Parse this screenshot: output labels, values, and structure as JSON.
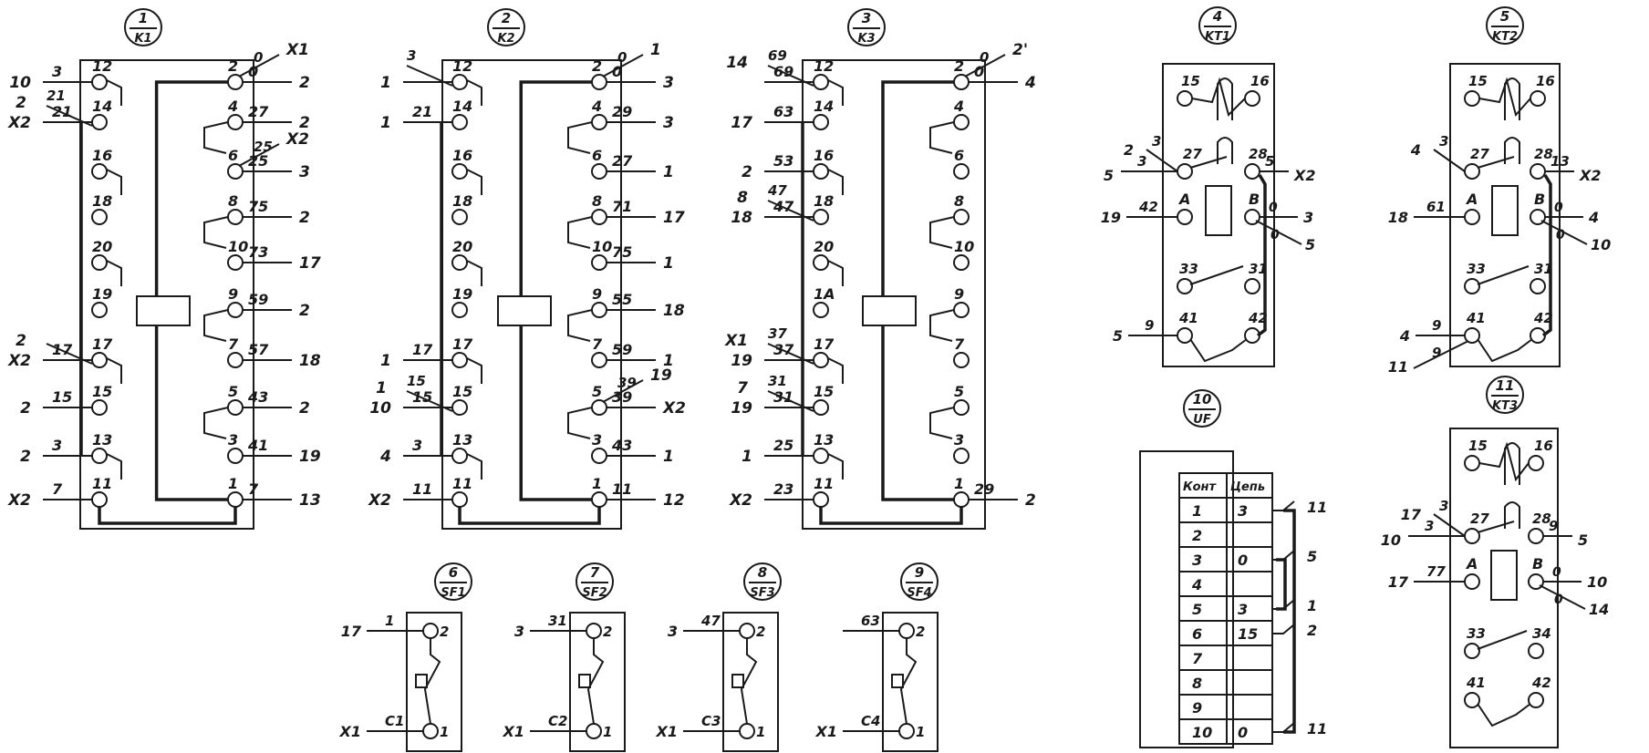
{
  "colors": {
    "ink": "#1a1a1a",
    "paper": "#ffffff"
  },
  "headers": [
    {
      "num": "1",
      "name": "K1"
    },
    {
      "num": "2",
      "name": "K2"
    },
    {
      "num": "3",
      "name": "K3"
    },
    {
      "num": "4",
      "name": "KT1"
    },
    {
      "num": "5",
      "name": "KT2"
    },
    {
      "num": "6",
      "name": "SF1"
    },
    {
      "num": "7",
      "name": "SF2"
    },
    {
      "num": "8",
      "name": "SF3"
    },
    {
      "num": "9",
      "name": "SF4"
    },
    {
      "num": "10",
      "name": "UF"
    },
    {
      "num": "11",
      "name": "KT3"
    }
  ],
  "relays": [
    {
      "left": [
        {
          "t": "12",
          "w": "3",
          "o": "10"
        },
        {
          "t": "14",
          "w": "21",
          "o": "X2",
          "w2": "21",
          "o2": "2"
        },
        {
          "t": "16",
          "w": "",
          "o": ""
        },
        {
          "t": "18",
          "w": "",
          "o": ""
        },
        {
          "t": "20",
          "w": "",
          "o": ""
        },
        {
          "t": "19",
          "w": "",
          "o": ""
        },
        {
          "t": "17",
          "w": "17",
          "o": "X2",
          "w2": "",
          "o2": "2"
        },
        {
          "t": "15",
          "w": "15",
          "o": "2"
        },
        {
          "t": "13",
          "w": "3",
          "o": "2"
        },
        {
          "t": "11",
          "w": "7",
          "o": "X2"
        }
      ],
      "right": [
        {
          "t": "2",
          "w": "0",
          "o": "2",
          "w2": "0",
          "o2": "X1"
        },
        {
          "t": "4",
          "w": "27",
          "o": "2"
        },
        {
          "t": "6",
          "w": "25",
          "o": "3",
          "w2": "25",
          "o2": "X2"
        },
        {
          "t": "8",
          "w": "75",
          "o": "2"
        },
        {
          "t": "10",
          "w": "73",
          "o": "17"
        },
        {
          "t": "9",
          "w": "59",
          "o": "2"
        },
        {
          "t": "7",
          "w": "57",
          "o": "18"
        },
        {
          "t": "5",
          "w": "43",
          "o": "2"
        },
        {
          "t": "3",
          "w": "41",
          "o": "19"
        },
        {
          "t": "1",
          "w": "7",
          "o": "13"
        }
      ]
    },
    {
      "left": [
        {
          "t": "12",
          "w": "",
          "o": "1",
          "w2": "3",
          "o2": ""
        },
        {
          "t": "14",
          "w": "21",
          "o": "1"
        },
        {
          "t": "16",
          "w": "",
          "o": ""
        },
        {
          "t": "18",
          "w": "",
          "o": ""
        },
        {
          "t": "20",
          "w": "",
          "o": ""
        },
        {
          "t": "19",
          "w": "",
          "o": ""
        },
        {
          "t": "17",
          "w": "17",
          "o": "1"
        },
        {
          "t": "15",
          "w": "15",
          "o": "10",
          "w2": "15",
          "o2": "1"
        },
        {
          "t": "13",
          "w": "3",
          "o": "4"
        },
        {
          "t": "11",
          "w": "11",
          "o": "X2"
        }
      ],
      "right": [
        {
          "t": "2",
          "w": "0",
          "o": "3",
          "w2": "0",
          "o2": "1"
        },
        {
          "t": "4",
          "w": "29",
          "o": "3"
        },
        {
          "t": "6",
          "w": "27",
          "o": "1"
        },
        {
          "t": "8",
          "w": "71",
          "o": "17"
        },
        {
          "t": "10",
          "w": "75",
          "o": "1"
        },
        {
          "t": "9",
          "w": "55",
          "o": "18"
        },
        {
          "t": "7",
          "w": "59",
          "o": "1"
        },
        {
          "t": "5",
          "w": "39",
          "o": "X2",
          "w2": "39",
          "o2": "19"
        },
        {
          "t": "3",
          "w": "43",
          "o": "1"
        },
        {
          "t": "1",
          "w": "11",
          "o": "12"
        }
      ]
    },
    {
      "left": [
        {
          "t": "12",
          "w": "69",
          "o": "",
          "w2": "69",
          "o2": "14"
        },
        {
          "t": "14",
          "w": "63",
          "o": "17"
        },
        {
          "t": "16",
          "w": "53",
          "o": "2"
        },
        {
          "t": "18",
          "w": "47",
          "o": "18",
          "w2": "47",
          "o2": "8"
        },
        {
          "t": "20",
          "w": "",
          "o": ""
        },
        {
          "t": "1A",
          "w": "",
          "o": ""
        },
        {
          "t": "17",
          "w": "37",
          "o": "19",
          "w2": "37",
          "o2": "X1"
        },
        {
          "t": "15",
          "w": "31",
          "o": "19",
          "w2": "31",
          "o2": "7"
        },
        {
          "t": "13",
          "w": "25",
          "o": "1"
        },
        {
          "t": "11",
          "w": "23",
          "o": "X2"
        }
      ],
      "right": [
        {
          "t": "2",
          "w": "0",
          "o": "4",
          "w2": "0",
          "o2": "2'"
        },
        {
          "t": "4",
          "w": "",
          "o": ""
        },
        {
          "t": "6",
          "w": "",
          "o": ""
        },
        {
          "t": "8",
          "w": "",
          "o": ""
        },
        {
          "t": "10",
          "w": "",
          "o": ""
        },
        {
          "t": "9",
          "w": "",
          "o": ""
        },
        {
          "t": "7",
          "w": "",
          "o": ""
        },
        {
          "t": "5",
          "w": "",
          "o": ""
        },
        {
          "t": "3",
          "w": "",
          "o": ""
        },
        {
          "t": "1",
          "w": "29",
          "o": "2"
        }
      ]
    }
  ],
  "timers": [
    {
      "t15": "15",
      "t16": "16",
      "t27": "27",
      "t28": "28",
      "tA": "A",
      "tB": "B",
      "t33": "33",
      "t31": "31",
      "t41": "41",
      "t42": "42",
      "w27a": "3",
      "o27a": "2",
      "w27b": "3",
      "o27b": "5",
      "w28": "5",
      "o28": "X2",
      "wA": "42",
      "oA": "19",
      "wB1": "0",
      "oB1": "3",
      "wB2": "0",
      "oB2": "5",
      "w41a": "9",
      "o41a": "5",
      "w41b": "",
      "o41b": ""
    },
    {
      "t15": "15",
      "t16": "16",
      "t27": "27",
      "t28": "28",
      "tA": "A",
      "tB": "B",
      "t33": "33",
      "t31": "31",
      "t41": "41",
      "t42": "42",
      "w27a": "3",
      "o27a": "4",
      "w27b": "",
      "o27b": "",
      "w28": "13",
      "o28": "X2",
      "wA": "61",
      "oA": "18",
      "wB1": "0",
      "oB1": "4",
      "wB2": "0",
      "oB2": "10",
      "w41a": "9",
      "o41a": "4",
      "w41b": "9",
      "o41b": "11"
    },
    {
      "t15": "15",
      "t16": "16",
      "t27": "27",
      "t28": "28",
      "tA": "A",
      "tB": "B",
      "t33": "33",
      "t31": "34",
      "t41": "41",
      "t42": "42",
      "w27a": "3",
      "o27a": "17",
      "w27b": "3",
      "o27b": "10",
      "w28": "9",
      "o28": "5",
      "wA": "77",
      "oA": "17",
      "wB1": "0",
      "oB1": "10",
      "wB2": "0",
      "oB2": "14",
      "w41a": "",
      "o41a": "",
      "w41b": "",
      "o41b": ""
    }
  ],
  "switches": [
    {
      "t2": "2",
      "t1": "1",
      "w2": "1",
      "o2": "17",
      "w1": "C1",
      "o1": "X1"
    },
    {
      "t2": "2",
      "t1": "1",
      "w2": "31",
      "o2": "3",
      "w1": "C2",
      "o1": "X1"
    },
    {
      "t2": "2",
      "t1": "1",
      "w2": "47",
      "o2": "3",
      "w1": "C3",
      "o1": "X1"
    },
    {
      "t2": "2",
      "t1": "1",
      "w2": "63",
      "o2": "",
      "w1": "C4",
      "o1": "X1"
    }
  ],
  "connector_table": {
    "headers": [
      "Конт",
      "Цепь"
    ],
    "rows": [
      {
        "k": "1",
        "c": "3",
        "ext": "11"
      },
      {
        "k": "2",
        "c": "",
        "ext": ""
      },
      {
        "k": "3",
        "c": "0",
        "ext": "5"
      },
      {
        "k": "4",
        "c": "",
        "ext": ""
      },
      {
        "k": "5",
        "c": "3",
        "ext": "1"
      },
      {
        "k": "6",
        "c": "15",
        "ext": "2"
      },
      {
        "k": "7",
        "c": "",
        "ext": ""
      },
      {
        "k": "8",
        "c": "",
        "ext": ""
      },
      {
        "k": "9",
        "c": "",
        "ext": ""
      },
      {
        "k": "10",
        "c": "0",
        "ext": "11"
      }
    ]
  }
}
